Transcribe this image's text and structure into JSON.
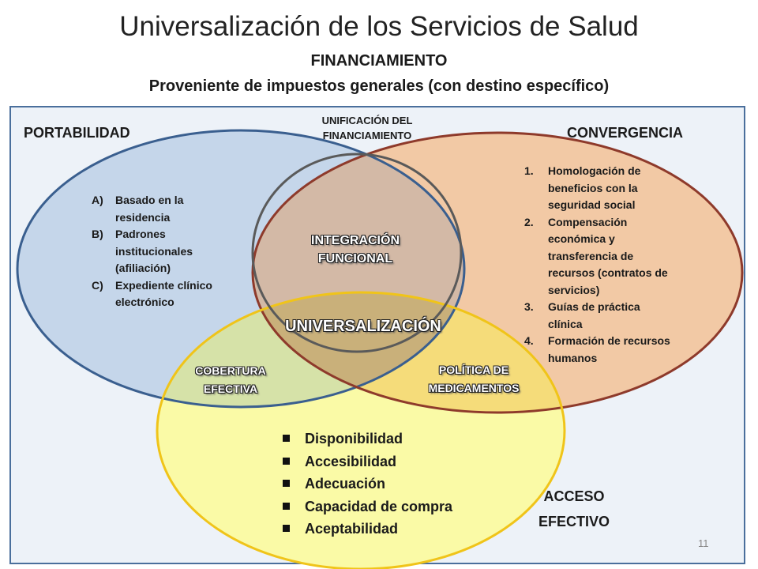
{
  "slide": {
    "title": "Universalización de los Servicios de Salud",
    "financing": {
      "title": "FINANCIAMIENTO",
      "subtitle": "Proveniente de impuestos generales (con destino específico)"
    },
    "page_number": "11"
  },
  "venn": {
    "colors": {
      "portabilidad": "#c5d6ea",
      "convergencia": "#f2c9a5",
      "acceso": "#fafaa6",
      "panel": "#edf2f8"
    },
    "portabilidad": {
      "label": "PORTABILIDAD",
      "items": [
        {
          "marker": "A)",
          "text": "Basado en la residencia"
        },
        {
          "marker": "B)",
          "text": "Padrones institucionales (afiliación)"
        },
        {
          "marker": "C)",
          "text": "Expediente clínico electrónico"
        }
      ]
    },
    "convergencia": {
      "label": "CONVERGENCIA",
      "items": [
        {
          "marker": "1.",
          "text": "Homologación de beneficios con la seguridad social"
        },
        {
          "marker": "2.",
          "text": "Compensación económica y transferencia de recursos (contratos de servicios)"
        },
        {
          "marker": "3.",
          "text": "Guías de práctica clínica"
        },
        {
          "marker": "4.",
          "text": "Formación de recursos humanos"
        }
      ]
    },
    "acceso": {
      "label_line1": "ACCESO",
      "label_line2": "EFECTIVO",
      "items": [
        "Disponibilidad",
        "Accesibilidad",
        "Adecuación",
        "Capacidad de compra",
        "Aceptabilidad"
      ]
    },
    "unificacion": {
      "line1": "UNIFICACIÓN DEL",
      "line2": "FINANCIAMIENTO"
    },
    "intersections": {
      "integracion_line1": "INTEGRACIÓN",
      "integracion_line2": "FUNCIONAL",
      "universalizacion": "UNIVERSALIZACIÓN",
      "cobertura_line1": "COBERTURA",
      "cobertura_line2": "EFECTIVA",
      "politica_line1": "POLÍTICA DE",
      "politica_line2": "MEDICAMENTOS"
    }
  }
}
